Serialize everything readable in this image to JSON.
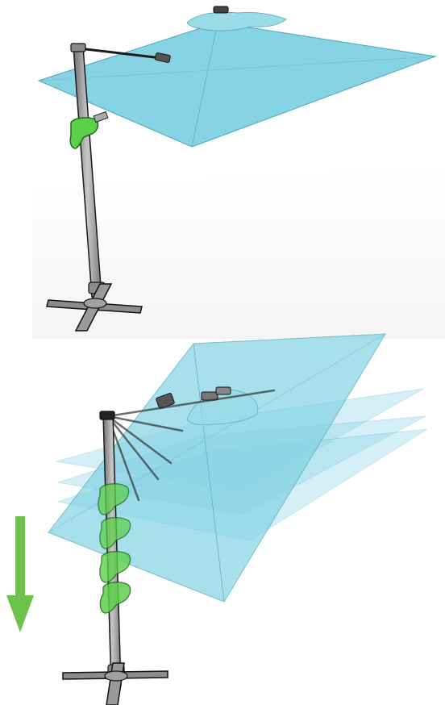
{
  "figure": {
    "panels": [
      {
        "id": "upright",
        "state": "canopy level"
      },
      {
        "id": "tilting-sequence",
        "state": "canopy tilted through several positions"
      }
    ],
    "colors": {
      "canopy": "#7fd1e2",
      "canopy_edge": "#4aa6bb",
      "pole": "#9a9a9a",
      "pole_edge": "#1a1a1a",
      "handle": "#5cd04a",
      "handle_edge": "#1d6e16",
      "arrow": "#6cc24a"
    },
    "icons": [
      "down-arrow-icon",
      "tilt-handle-icon"
    ]
  }
}
